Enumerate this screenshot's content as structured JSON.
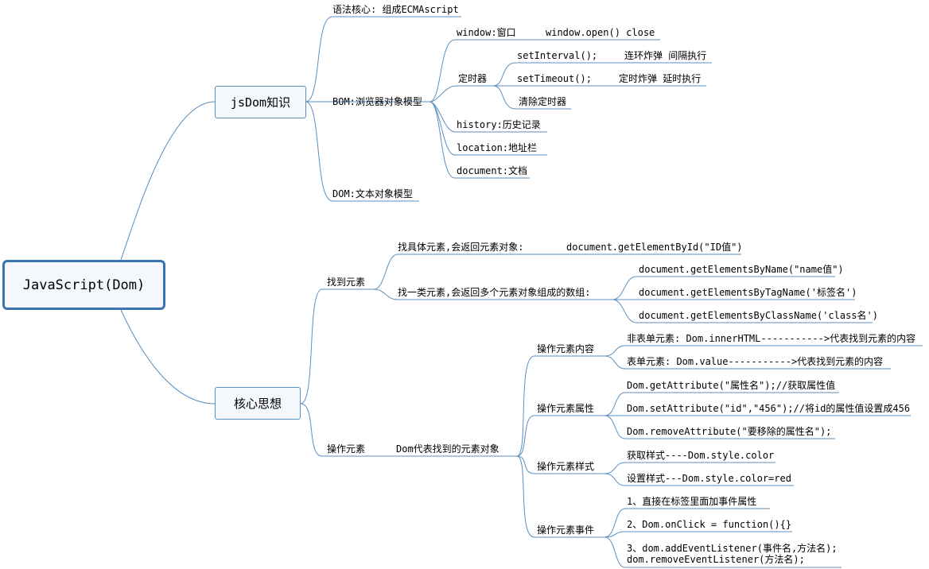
{
  "root": "JavaScript(Dom)",
  "branch1": {
    "label": "jsDom知识",
    "grammar": "语法核心: 组成ECMAscript",
    "bom": "BOM:浏览器对象模型",
    "window": "window:窗口",
    "window_methods": "window.open()  close",
    "timer": "定时器",
    "set_interval": "setInterval();",
    "set_interval_desc": "连环炸弹 间隔执行",
    "set_timeout": "setTimeout();",
    "set_timeout_desc": "定时炸弹 延时执行",
    "clear_timer": "清除定时器",
    "history": "history:历史记录",
    "location": "location:地址栏",
    "document": "document:文档",
    "dom": "DOM:文本对象模型"
  },
  "branch2": {
    "label": "核心思想",
    "find": "找到元素",
    "find_one": "找具体元素,会返回元素对象:",
    "get_by_id": "document.getElementById(\"ID值\")",
    "find_many": "找一类元素,会返回多个元素对象组成的数组:",
    "get_by_name": "document.getElementsByName(\"name值\")",
    "get_by_tag": "document.getElementsByTagName('标签名')",
    "get_by_class": "document.getElementsByClassName('class名')",
    "operate": "操作元素",
    "dom_desc": "Dom代表找到的元素对象",
    "content": "操作元素内容",
    "inner_html": "非表单元素: Dom.innerHTML----------->代表找到元素的内容",
    "value": "表单元素: Dom.value----------->代表找到元素的内容",
    "attr": "操作元素属性",
    "get_attr": "Dom.getAttribute(\"属性名\");//获取属性值",
    "set_attr": "Dom.setAttribute(\"id\",\"456\");//将id的属性值设置成456",
    "remove_attr": "Dom.removeAttribute(\"要移除的属性名\");",
    "style": "操作元素样式",
    "get_style": "获取样式----Dom.style.color",
    "set_style": "设置样式---Dom.style.color=red",
    "event": "操作元素事件",
    "event1": "1、直接在标签里面加事件属性",
    "event2": "2、Dom.onClick = function(){}",
    "event3_line1": "3、dom.addEventListener(事件名,方法名);",
    "event3_line2": "dom.removeEventListener(方法名);"
  },
  "colors": {
    "line": "#5b8fbf",
    "root_border": "#3a74b3",
    "box_fill": "#f4f7fb"
  }
}
